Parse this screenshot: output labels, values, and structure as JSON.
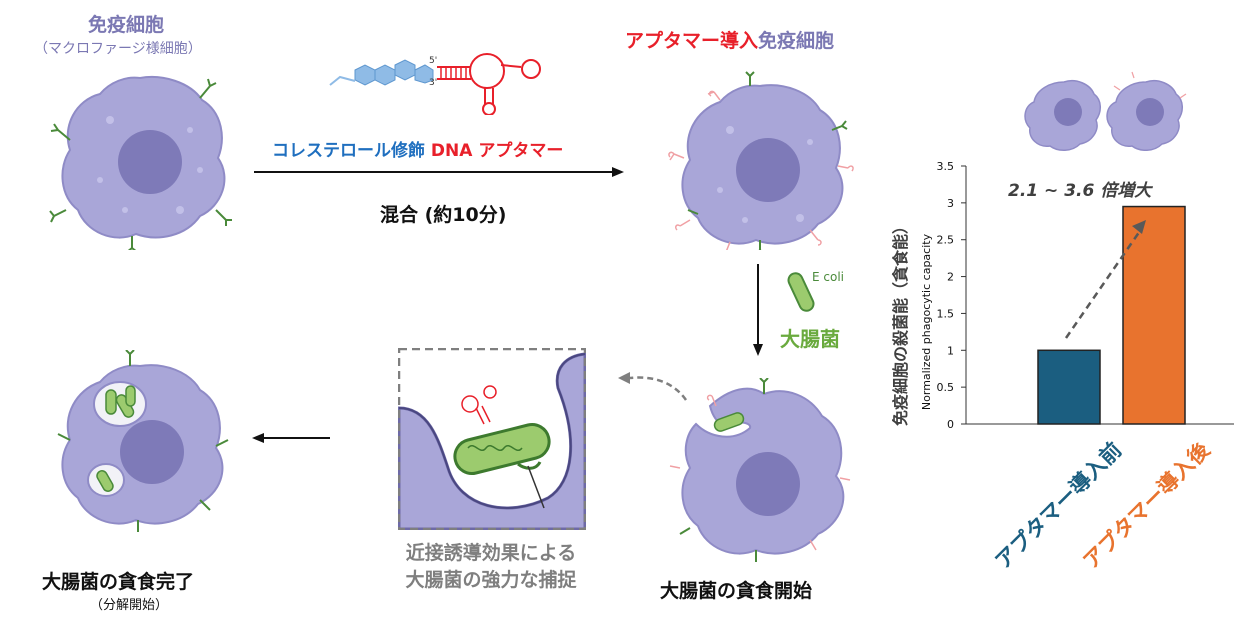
{
  "step1": {
    "title": "免疫細胞",
    "subtitle": "（マクロファージ様細胞）"
  },
  "step2": {
    "title_red": "アプタマー導入",
    "title_purple": "免疫細胞"
  },
  "aptamer": {
    "label_part1": "コレステロール修飾",
    "label_part2": "DNA アプタマー",
    "end5": "5'",
    "end3": "3'"
  },
  "mix": {
    "label": "混合 (約10分)"
  },
  "bacteria": {
    "name": "大腸菌",
    "tag": "E coli"
  },
  "step3": {
    "label": "大腸菌の貪食開始"
  },
  "inset": {
    "line1": "近接誘導効果による",
    "line2": "大腸菌の強力な捕捉"
  },
  "step4": {
    "label": "大腸菌の貪食完了",
    "sublabel": "（分解開始）"
  },
  "colors": {
    "cell": "#a9a6d8",
    "cell_stroke": "#8f8bc6",
    "nucleus": "#7e7ab8",
    "aptamer_red": "#e8202a",
    "before_bar": "#1b5e80",
    "after_bar": "#e8732e",
    "bacteria_green": "#6aaa3e"
  },
  "chart_data": {
    "type": "bar",
    "annotation": "2.1 ~ 3.6 倍増大",
    "ylabel_jp": "免疫細胞の殺菌能（貪食能）",
    "ylabel_en": "Normalized phagocytic capacity",
    "ylim": [
      0,
      3.5
    ],
    "yticks": [
      "0",
      "0.5",
      "1",
      "1.5",
      "2",
      "2.5",
      "3",
      "3.5"
    ],
    "categories": [
      "アプタマー導入前",
      "アプタマー導入後"
    ],
    "values": [
      1.0,
      2.95
    ],
    "grid": false
  }
}
